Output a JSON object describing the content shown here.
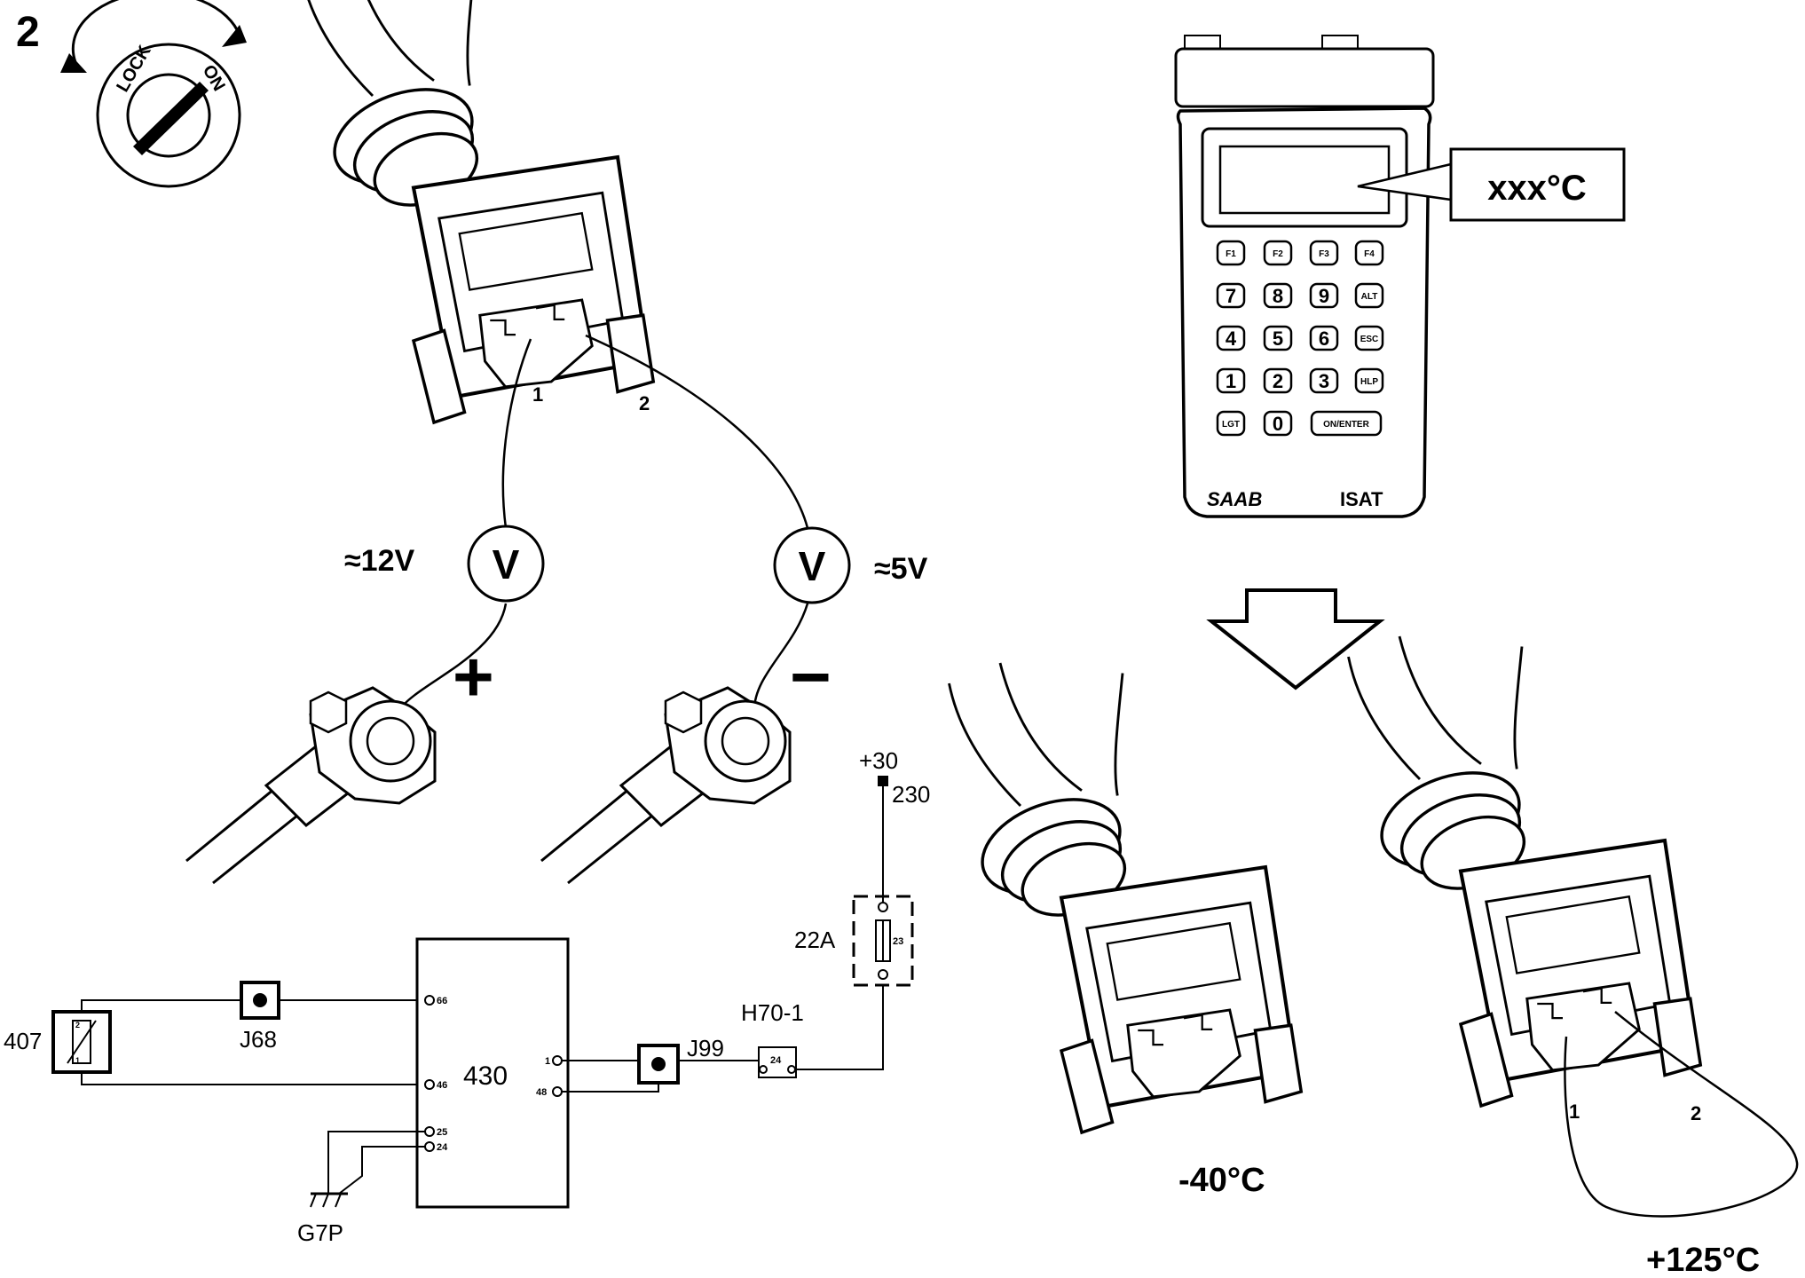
{
  "step": {
    "number": "2",
    "lock_label": "LOCK",
    "on_label": "ON"
  },
  "measure": {
    "left_voltage": "≈12V",
    "right_voltage": "≈5V",
    "meter_symbol": "V",
    "plus_sign": "+",
    "minus_sign": "−",
    "pin1": "1",
    "pin2": "2"
  },
  "tester": {
    "brand": "SAAB",
    "model": "ISAT",
    "display_callout": "xxx°C",
    "keys": [
      [
        "F1",
        "F2",
        "F3",
        "F4"
      ],
      [
        "7",
        "8",
        "9",
        "ALT"
      ],
      [
        "4",
        "5",
        "6",
        "ESC"
      ],
      [
        "1",
        "2",
        "3",
        "HLP"
      ],
      [
        "LGT",
        "0",
        "ON/ENTER"
      ]
    ]
  },
  "results": {
    "open_circuit": "-40°C",
    "shorted": "+125°C",
    "pin1": "1",
    "pin2": "2"
  },
  "schematic": {
    "sensor": "407",
    "sensor_pin_top": "2",
    "sensor_pin_bottom": "1",
    "connector_j68": "J68",
    "ecu": "430",
    "ecu_pin_66": "66",
    "ecu_pin_46": "46",
    "ecu_pin_25": "25",
    "ecu_pin_24": "24",
    "ecu_pin_1": "1",
    "ecu_pin_48": "48",
    "ground": "G7P",
    "connector_j99": "J99",
    "junction": "H70-1",
    "junction_pin": "24",
    "fuse_box": "22A",
    "fuse": "23",
    "supply": "+30",
    "supply_wire": "230"
  }
}
